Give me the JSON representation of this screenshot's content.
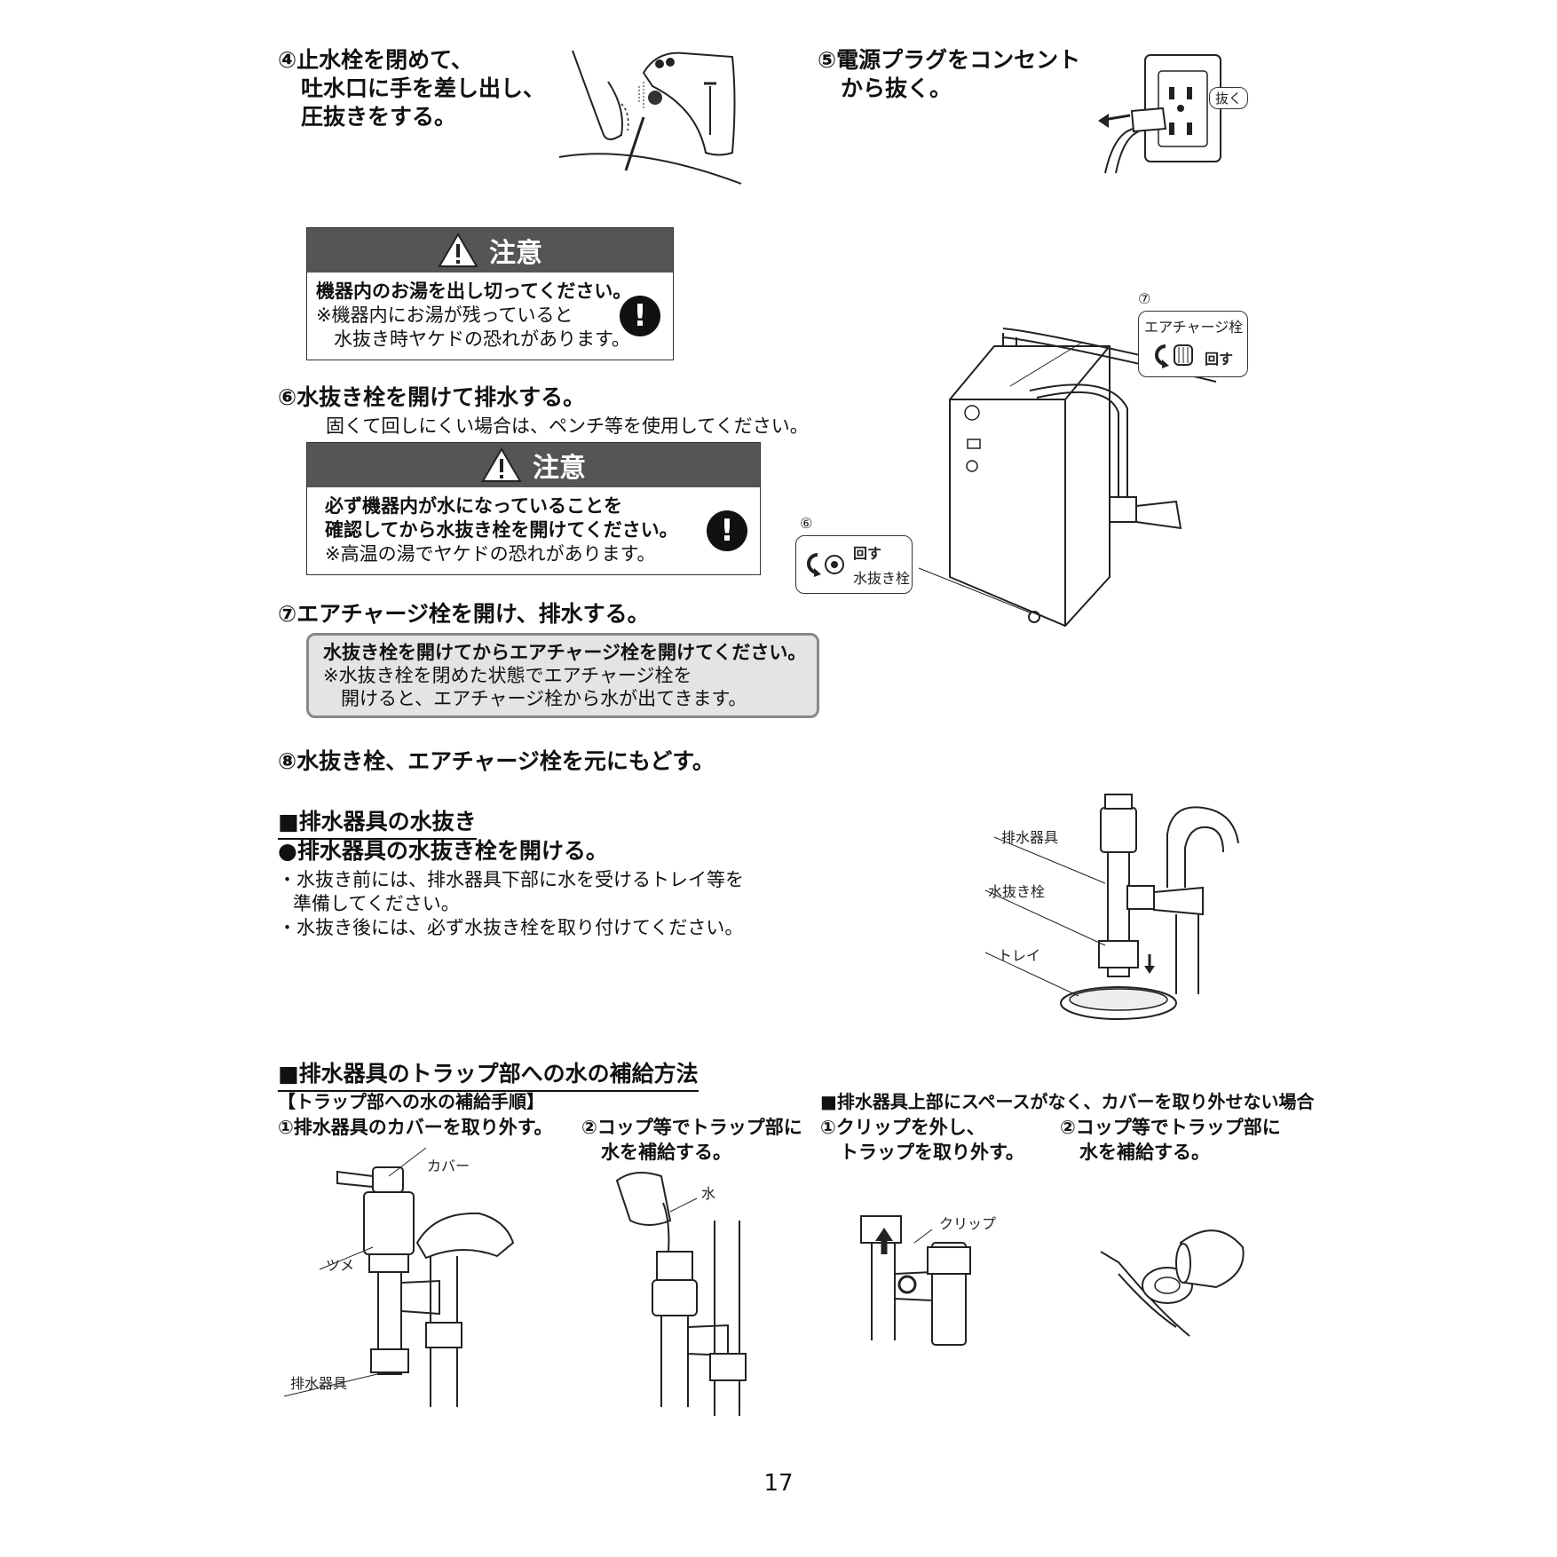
{
  "step4": {
    "line1": "④止水栓を閉めて、",
    "line2": "吐水口に手を差し出し、",
    "line3": "圧抜きをする。"
  },
  "step5": {
    "line1": "⑤電源プラグをコンセント",
    "line2": "から抜く。",
    "label": "抜く"
  },
  "caution1": {
    "title": "注意",
    "line1": "機器内のお湯を出し切ってください。",
    "line2": "※機器内にお湯が残っていると",
    "line3": "水抜き時ヤケドの恐れがあります。"
  },
  "step6": {
    "title": "⑥水抜き栓を開けて排水する。",
    "note": "固くて回しにくい場合は、ペンチ等を使用してください。"
  },
  "caution2": {
    "title": "注意",
    "line1": "必ず機器内が水になっていることを",
    "line2": "確認してから水抜き栓を開けてください。",
    "line3": "※高温の湯でヤケドの恐れがあります。"
  },
  "step7": {
    "title": "⑦エアチャージ栓を開け、排水する。"
  },
  "info": {
    "line1": "水抜き栓を開けてからエアチャージ栓を開けてください。",
    "line2": "※水抜き栓を閉めた状態でエアチャージ栓を",
    "line3": "開けると、エアチャージ栓から水が出てきます。"
  },
  "step8": {
    "title": "⑧水抜き栓、エアチャージ栓を元にもどす。"
  },
  "heater": {
    "num7": "⑦",
    "air_label": "エアチャージ栓",
    "turn7": "回す",
    "num6": "⑥",
    "turn6": "回す",
    "drain_label": "水抜き栓"
  },
  "drain_section": {
    "heading": "■排水器具の水抜き",
    "sub": "●排水器具の水抜き栓を開ける。",
    "b1a": "・水抜き前には、排水器具下部に水を受けるトレイ等を",
    "b1b": "準備してください。",
    "b2": "・水抜き後には、必ず水抜き栓を取り付けてください。",
    "label_fixture": "排水器具",
    "label_plug": "水抜き栓",
    "label_tray": "トレイ"
  },
  "trap_section": {
    "heading": "■排水器具のトラップ部への水の補給方法",
    "proc": "【トラップ部への水の補給手順】",
    "s1": "①排水器具のカバーを取り外す。",
    "s2a": "②コップ等でトラップ部に",
    "s2b": "水を補給する。",
    "alt": "■排水器具上部にスペースがなく、カバーを取り外せない場合",
    "a1a": "①クリップを外し、",
    "a1b": "トラップを取り外す。",
    "a2a": "②コップ等でトラップ部に",
    "a2b": "水を補給する。",
    "label_cover": "カバー",
    "label_claw": "ツメ",
    "label_fixture": "排水器具",
    "label_water": "水",
    "label_clip": "クリップ"
  },
  "page_number": "17"
}
